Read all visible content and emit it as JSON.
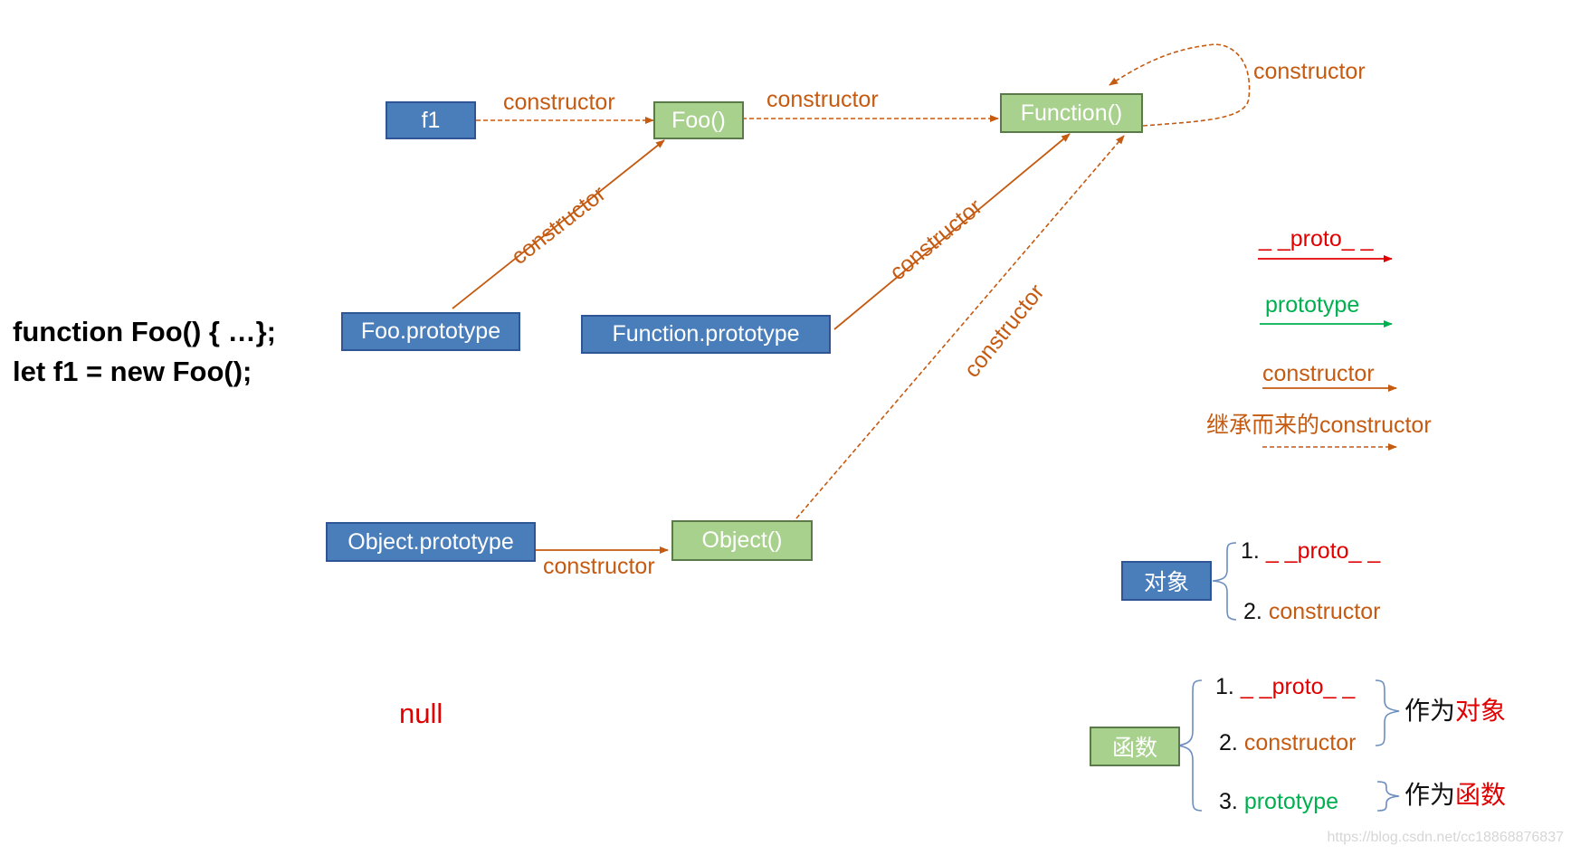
{
  "boxes": {
    "f1": "f1",
    "foo": "Foo()",
    "function": "Function()",
    "foo_prototype": "Foo.prototype",
    "function_prototype": "Function.prototype",
    "object_prototype": "Object.prototype",
    "object": "Object()",
    "dui_xiang": "对象",
    "han_shu": "函数"
  },
  "edge_labels": {
    "f1_to_foo": "constructor",
    "foo_to_function": "constructor",
    "function_self": "constructor",
    "fooproto_to_foo": "constructor",
    "funcproto_to_function": "constructor",
    "object_to_function": "constructor",
    "objproto_to_object": "constructor"
  },
  "code": {
    "line1": "function Foo() { …};",
    "line2": "let f1 = new Foo();"
  },
  "null_label": "null",
  "legend": {
    "proto": "_ _proto_ _",
    "prototype": "prototype",
    "constructor": "constructor",
    "inherited": "继承而来的constructor"
  },
  "object_props": {
    "item1_num": "1.",
    "item1_text": "_ _proto_ _",
    "item2_num": "2.",
    "item2_text": "constructor"
  },
  "function_props": {
    "item1_num": "1.",
    "item1_text": "_ _proto_ _",
    "item2_num": "2.",
    "item2_text": "constructor",
    "item3_num": "3.",
    "item3_text": "prototype",
    "as_object_prefix": "作为",
    "as_object_suffix": "对象",
    "as_function_prefix": "作为",
    "as_function_suffix": "函数"
  },
  "watermark": "https://blog.csdn.net/cc18868876837",
  "colors": {
    "box_blue": "#4a7ebb",
    "box_green": "#a9d18e",
    "constructor": "#c55a11",
    "proto": "#e00000",
    "prototype": "#00b050"
  }
}
